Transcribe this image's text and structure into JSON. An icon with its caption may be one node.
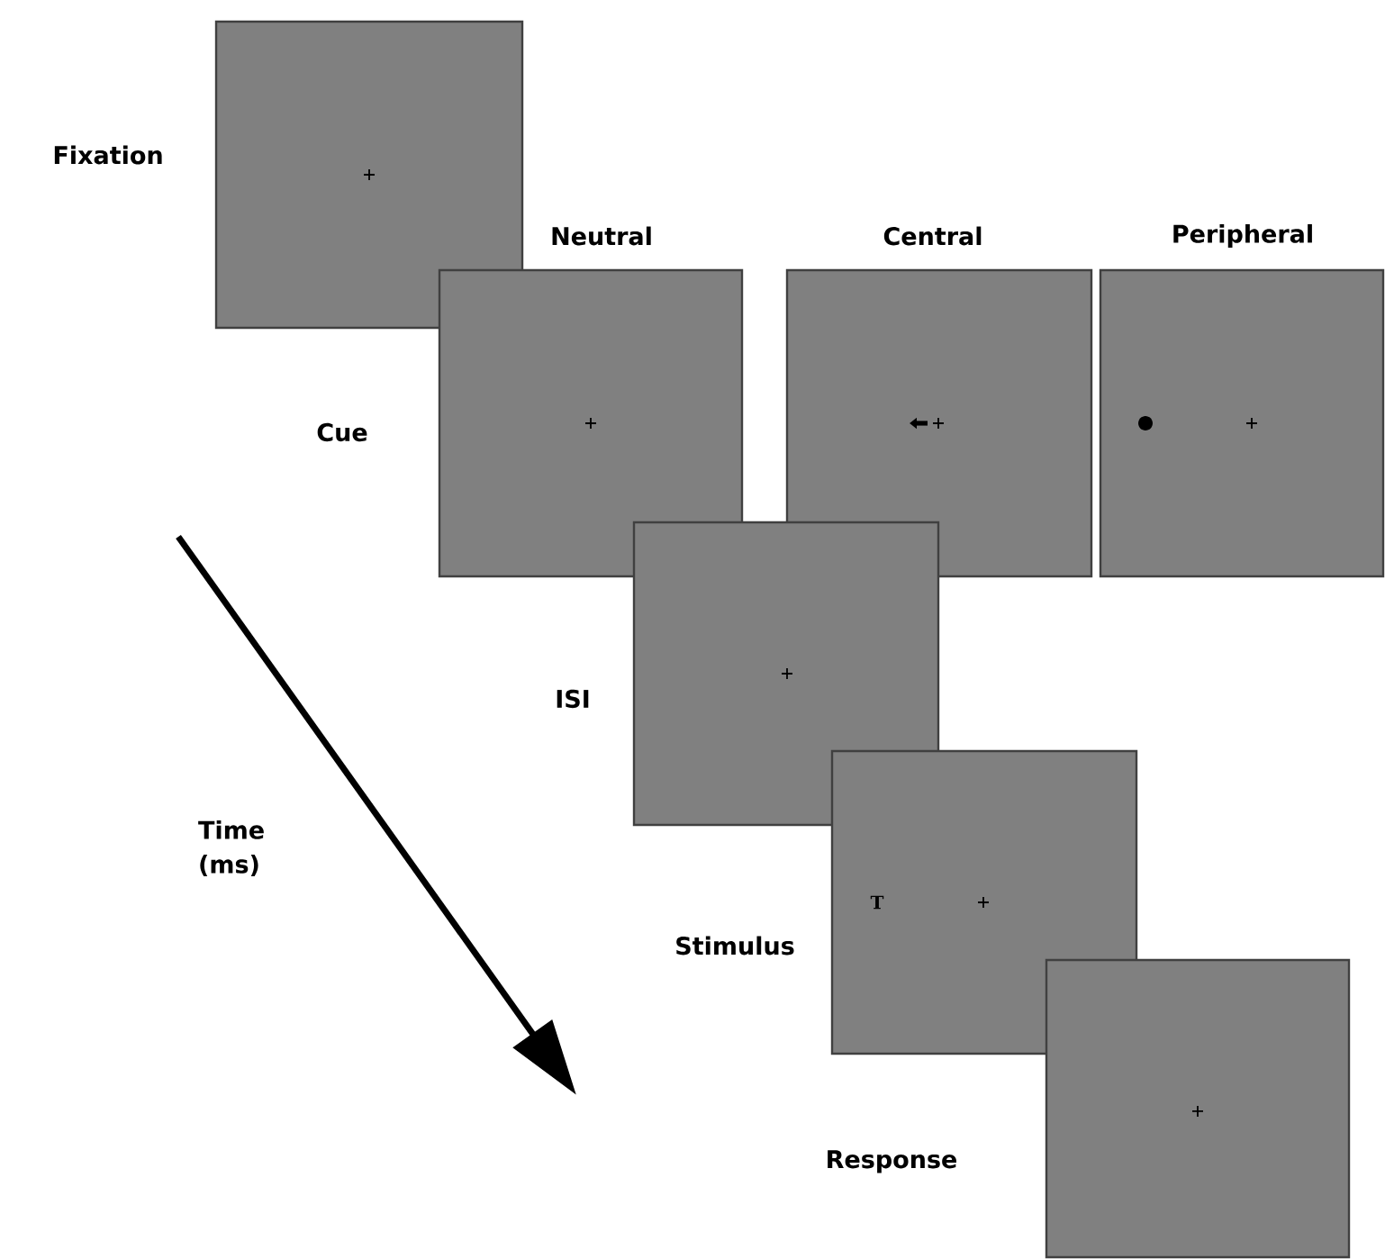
{
  "diagram": {
    "nodes": [
      {
        "text": [
          "Fixation"
        ]
      },
      {
        "text": [
          "Neutral"
        ]
      },
      {
        "text": [
          "Central"
        ]
      },
      {
        "text": [
          "Peripheral"
        ]
      },
      {
        "text": [
          "ISI"
        ]
      },
      {
        "text": [
          "Stimulus"
        ]
      },
      {
        "text": [
          "Response"
        ]
      }
    ],
    "edges": [],
    "labels": [
      "Cue",
      "Time (ms)",
      "T"
    ]
  }
}
